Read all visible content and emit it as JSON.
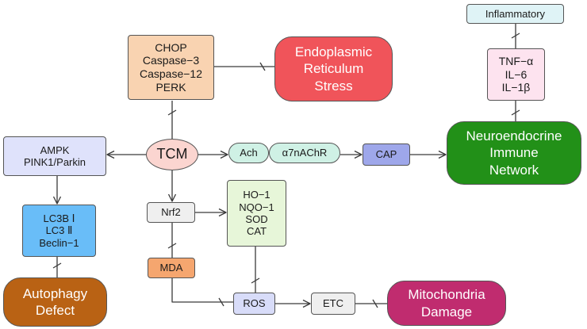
{
  "nodes": {
    "chop_group": [
      "CHOP",
      "Caspase−3",
      "Caspase−12",
      "PERK"
    ],
    "er_stress": [
      "Endoplasmic",
      "Reticulum",
      "Stress"
    ],
    "inflammatory": "Inflammatory",
    "cytokines": [
      "TNF−α",
      "IL−6",
      "IL−1β"
    ],
    "neuroendocrine": [
      "Neuroendocrine",
      "Immune",
      "Network"
    ],
    "ampk_group": [
      "AMPK",
      "PINK1/Parkin"
    ],
    "tcm": "TCM",
    "ach": "Ach",
    "a7nachr": "α7nAChR",
    "cap": "CAP",
    "nrf2": "Nrf2",
    "antioxidants": [
      "HO−1",
      "NQO−1",
      "SOD",
      "CAT"
    ],
    "lc3_group": [
      "LC3B Ⅰ",
      "LC3 Ⅱ",
      "Beclin−1"
    ],
    "mda": "MDA",
    "autophagy": [
      "Autophagy",
      "Defect"
    ],
    "ros": "ROS",
    "etc": "ETC",
    "mito": [
      "Mitochondria",
      "Damage"
    ]
  },
  "edges": [
    {
      "from": "TCM",
      "to": "CHOP/Caspase−3/Caspase−12/PERK",
      "type": "inhibit"
    },
    {
      "from": "CHOP/Caspase−3/Caspase−12/PERK",
      "to": "Endoplasmic Reticulum Stress",
      "type": "inhibit"
    },
    {
      "from": "TCM",
      "to": "AMPK/PINK1/Parkin",
      "type": "activate"
    },
    {
      "from": "AMPK/PINK1/Parkin",
      "to": "LC3B Ⅰ/LC3 Ⅱ/Beclin−1",
      "type": "activate"
    },
    {
      "from": "LC3B Ⅰ/LC3 Ⅱ/Beclin−1",
      "to": "Autophagy Defect",
      "type": "inhibit"
    },
    {
      "from": "TCM",
      "to": "Ach",
      "type": "activate"
    },
    {
      "from": "α7nAChR",
      "to": "CAP",
      "type": "activate"
    },
    {
      "from": "CAP",
      "to": "Neuroendocrine Immune Network",
      "type": "activate"
    },
    {
      "from": "Neuroendocrine Immune Network",
      "to": "TNF−α/IL−6/IL−1β",
      "type": "inhibit"
    },
    {
      "from": "TNF−α/IL−6/IL−1β",
      "to": "Inflammatory",
      "type": "inhibit"
    },
    {
      "from": "TCM",
      "to": "Nrf2",
      "type": "activate"
    },
    {
      "from": "Nrf2",
      "to": "HO−1/NQO−1/SOD/CAT",
      "type": "activate"
    },
    {
      "from": "Nrf2",
      "to": "MDA",
      "type": "inhibit"
    },
    {
      "from": "HO−1/NQO−1/SOD/CAT",
      "to": "ROS",
      "type": "inhibit"
    },
    {
      "from": "MDA",
      "to": "ROS",
      "type": "inhibit"
    },
    {
      "from": "ROS",
      "to": "ETC",
      "type": "activate"
    },
    {
      "from": "ETC",
      "to": "Mitochondria Damage",
      "type": "inhibit"
    }
  ],
  "colors": {
    "line": "#3a3a3a",
    "chop_group": "#f9d3b1",
    "er_stress": "#f0545a",
    "inflammatory": "#dff3f6",
    "cytokines": "#fde3ef",
    "neuroendocrine": "#229018",
    "ampk_group": "#dfe2fb",
    "tcm": "#fbd5d0",
    "ach": "#cff1e5",
    "cap": "#9ea7ea",
    "nrf2": "#efefef",
    "antioxidants": "#e7f6d9",
    "lc3_group": "#69bdf8",
    "mda": "#f5a66f",
    "autophagy": "#b96214",
    "ros": "#d8dcf9",
    "etc": "#efefef",
    "mito": "#c02c6f"
  }
}
